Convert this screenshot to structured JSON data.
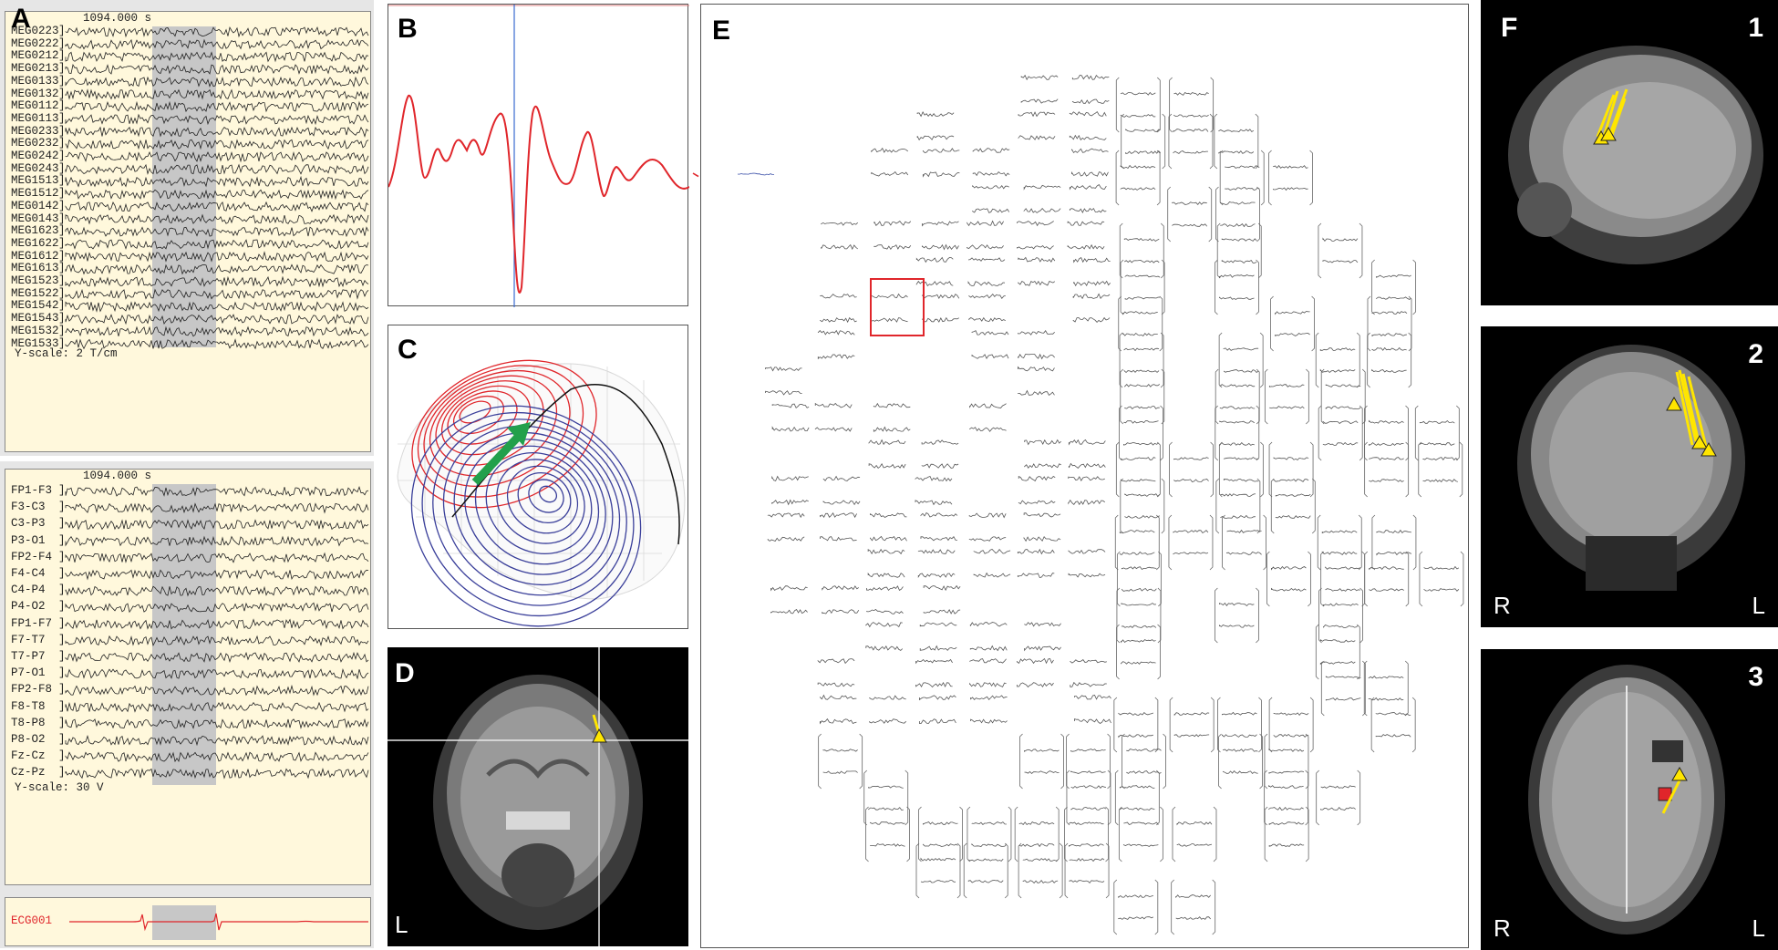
{
  "panel_labels": {
    "a": "A",
    "b": "B",
    "c": "C",
    "d": "D",
    "e": "E",
    "f": "F"
  },
  "meg": {
    "time": "1094.000 s",
    "channels": [
      "MEG0223",
      "MEG0222",
      "MEG0212",
      "MEG0213",
      "MEG0133",
      "MEG0132",
      "MEG0112",
      "MEG0113",
      "MEG0233",
      "MEG0232",
      "MEG0242",
      "MEG0243",
      "MEG1513",
      "MEG1512",
      "MEG0142",
      "MEG0143",
      "MEG1623",
      "MEG1622",
      "MEG1612",
      "MEG1613",
      "MEG1523",
      "MEG1522",
      "MEG1542",
      "MEG1543",
      "MEG1532",
      "MEG1533"
    ],
    "yscale": "Y-scale:  2 T/cm"
  },
  "eeg": {
    "time": "1094.000 s",
    "channels": [
      "FP1-F3",
      "F3-C3",
      "C3-P3",
      "P3-O1",
      "FP2-F4",
      "F4-C4",
      "C4-P4",
      "P4-O2",
      "FP1-F7",
      "F7-T7",
      "T7-P7",
      "P7-O1",
      "FP2-F8",
      "F8-T8",
      "T8-P8",
      "P8-O2",
      "Fz-Cz",
      "Cz-Pz"
    ],
    "yscale": "Y-scale:  30 V"
  },
  "ecg": {
    "channel": "ECG001"
  },
  "mri": {
    "d_side": "L",
    "f_numbers": [
      "1",
      "2",
      "3"
    ],
    "right": "R",
    "left": "L"
  },
  "colors": {
    "waveform_red": "#e0262b",
    "accent_blue": "#3a4fa8",
    "dipole_yellow": "#ffe600",
    "arrow_green": "#22a04b",
    "highlight_gray": "#c7c7c7",
    "trace_bg": "#fff8dc"
  }
}
